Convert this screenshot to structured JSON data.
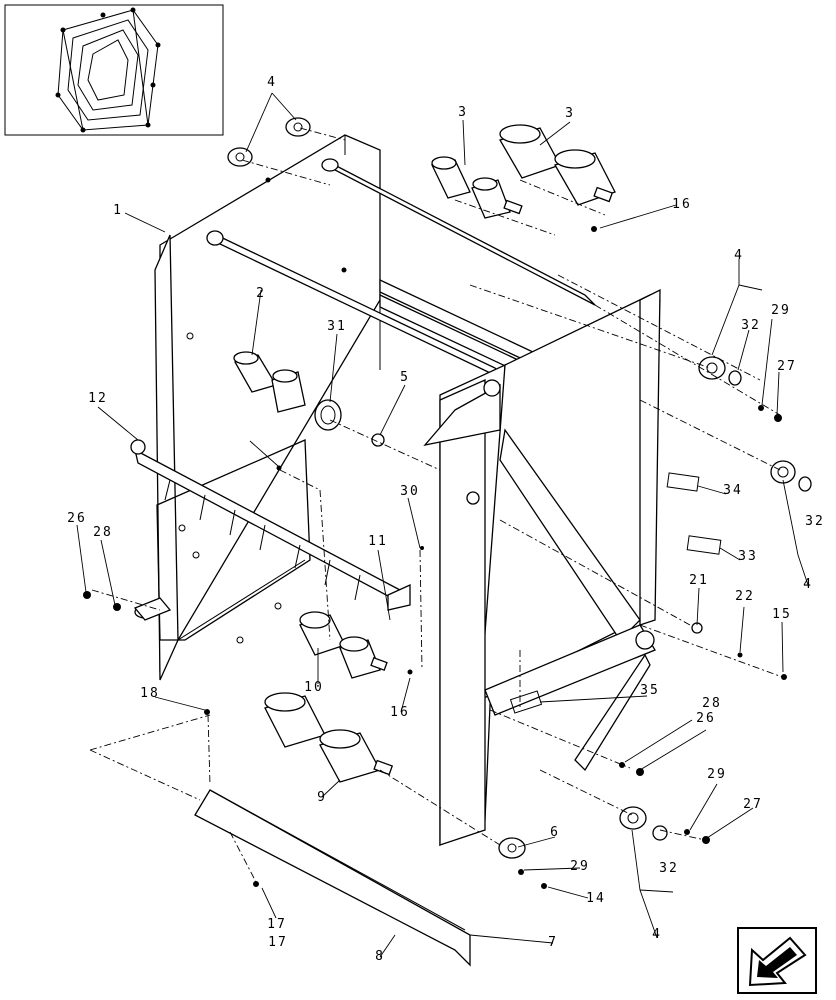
{
  "callouts": [
    {
      "label": "1"
    },
    {
      "label": "2"
    },
    {
      "label": "3"
    },
    {
      "label": "3"
    },
    {
      "label": "4"
    },
    {
      "label": "4"
    },
    {
      "label": "4"
    },
    {
      "label": "4"
    },
    {
      "label": "5"
    },
    {
      "label": "6"
    },
    {
      "label": "7"
    },
    {
      "label": "8"
    },
    {
      "label": "9"
    },
    {
      "label": "10"
    },
    {
      "label": "11"
    },
    {
      "label": "12"
    },
    {
      "label": "14"
    },
    {
      "label": "15"
    },
    {
      "label": "16"
    },
    {
      "label": "16"
    },
    {
      "label": "17"
    },
    {
      "label": "17"
    },
    {
      "label": "18"
    },
    {
      "label": "21"
    },
    {
      "label": "22"
    },
    {
      "label": "26"
    },
    {
      "label": "26"
    },
    {
      "label": "27"
    },
    {
      "label": "27"
    },
    {
      "label": "28"
    },
    {
      "label": "28"
    },
    {
      "label": "29"
    },
    {
      "label": "29"
    },
    {
      "label": "29"
    },
    {
      "label": "30"
    },
    {
      "label": "31"
    },
    {
      "label": "32"
    },
    {
      "label": "32"
    },
    {
      "label": "32"
    },
    {
      "label": "33"
    },
    {
      "label": "34"
    },
    {
      "label": "35"
    }
  ],
  "icons": {
    "thumbnail": "baler-overview-thumbnail",
    "navigation": "previous-page-arrow-icon"
  }
}
